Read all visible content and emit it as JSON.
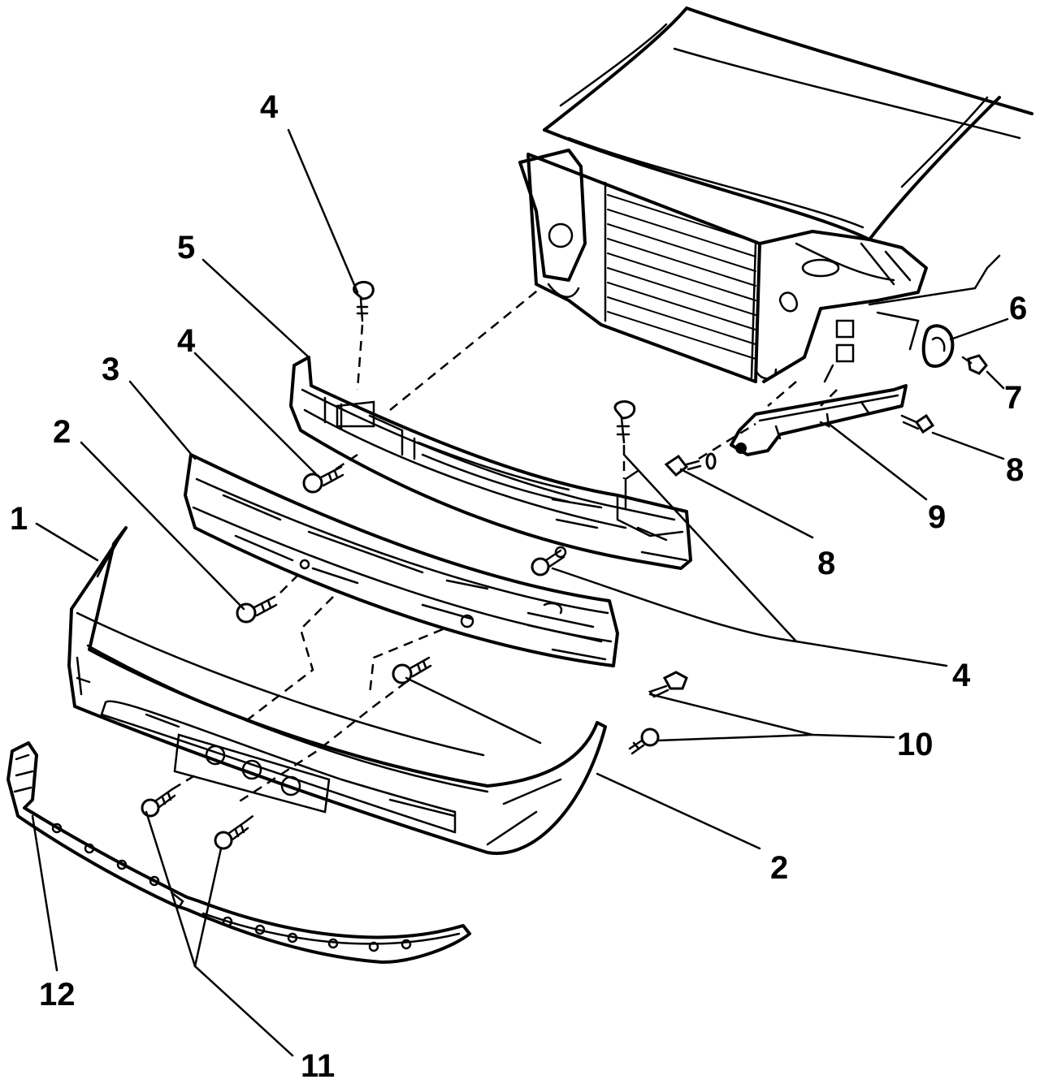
{
  "callouts": [
    {
      "id": "c1",
      "label": "1"
    },
    {
      "id": "c2a",
      "label": "2"
    },
    {
      "id": "c2b",
      "label": "2"
    },
    {
      "id": "c3",
      "label": "3"
    },
    {
      "id": "c4a",
      "label": "4"
    },
    {
      "id": "c4b",
      "label": "4"
    },
    {
      "id": "c4c",
      "label": "4"
    },
    {
      "id": "c5",
      "label": "5"
    },
    {
      "id": "c6",
      "label": "6"
    },
    {
      "id": "c7",
      "label": "7"
    },
    {
      "id": "c8a",
      "label": "8"
    },
    {
      "id": "c8b",
      "label": "8"
    },
    {
      "id": "c9",
      "label": "9"
    },
    {
      "id": "c10",
      "label": "10"
    },
    {
      "id": "c11",
      "label": "11"
    },
    {
      "id": "c12",
      "label": "12"
    }
  ]
}
